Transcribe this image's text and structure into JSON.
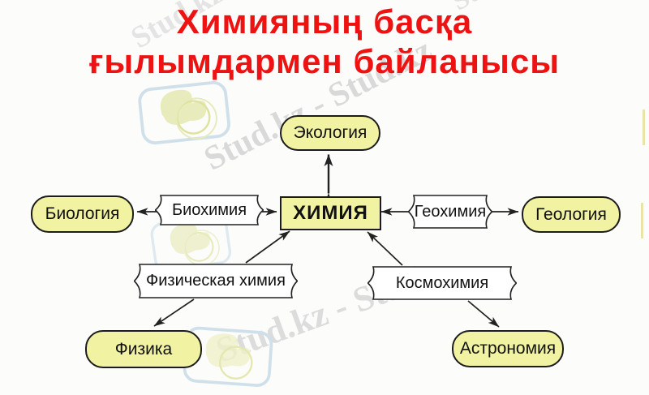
{
  "title": {
    "line1": "Химияның басқа",
    "line2": "ғылымдармен байланысы"
  },
  "diagram": {
    "center": {
      "label": "ХИМИЯ"
    },
    "nodes": {
      "ecology": {
        "label": "Экология"
      },
      "biology": {
        "label": "Биология"
      },
      "geology": {
        "label": "Геология"
      },
      "physics": {
        "label": "Физика"
      },
      "astronomy": {
        "label": "Астрономия"
      }
    },
    "connectors": {
      "biochemistry": {
        "label": "Биохимия"
      },
      "geochemistry": {
        "label": "Геохимия"
      },
      "physical_chemistry": {
        "label": "Физическая химия"
      },
      "cosmochemistry": {
        "label": "Космохимия"
      }
    },
    "edges": [
      {
        "from": "ХИМИЯ",
        "to": "Экология",
        "bidirectional": true
      },
      {
        "from": "Биохимия",
        "to": "Биология"
      },
      {
        "from": "Биохимия",
        "to": "ХИМИЯ"
      },
      {
        "from": "Геохимия",
        "to": "ХИМИЯ"
      },
      {
        "from": "Геохимия",
        "to": "Геология"
      },
      {
        "from": "Физическая химия",
        "to": "ХИМИЯ"
      },
      {
        "from": "Физическая химия",
        "to": "Физика"
      },
      {
        "from": "Космохимия",
        "to": "ХИМИЯ"
      },
      {
        "from": "Космохимия",
        "to": "Астрономия"
      }
    ]
  },
  "watermarks": {
    "diagonal_main": "Stud.kz - Stud.kz",
    "diagonal_bottom": "Stud.kz - Stud",
    "diagonal_title": "Stud.kz - Stud.kz",
    "corner_fragment": "Stud.kz"
  },
  "colors": {
    "title_red": "#ee1312",
    "node_fill": "#f1f2a2",
    "node_border": "#1c1c1c",
    "connector_fill": "#ffffff",
    "arrow": "#222222",
    "watermark_gray": "#d9d9d9",
    "logo_blue": "#cfe0ea",
    "logo_leaf": "#e4e7b0"
  }
}
